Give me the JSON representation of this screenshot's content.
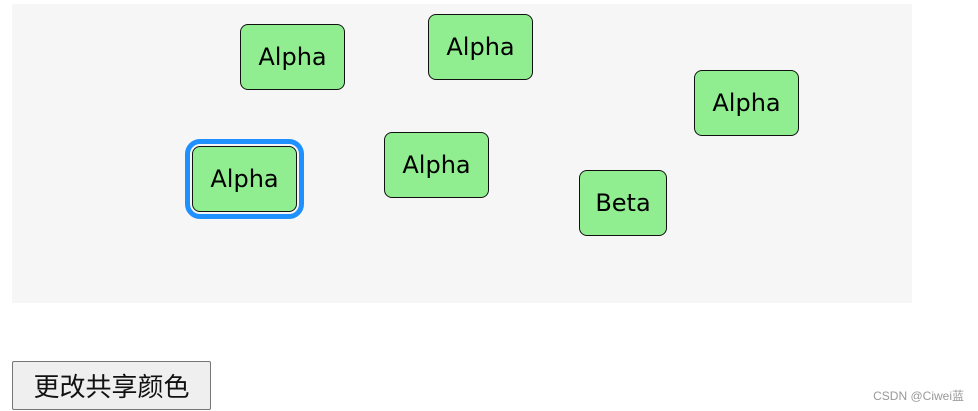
{
  "canvas": {
    "nodes": [
      {
        "label": "Alpha",
        "selected": false
      },
      {
        "label": "Alpha",
        "selected": false
      },
      {
        "label": "Alpha",
        "selected": false
      },
      {
        "label": "Alpha",
        "selected": true
      },
      {
        "label": "Alpha",
        "selected": false
      },
      {
        "label": "Beta",
        "selected": false
      }
    ]
  },
  "actions": {
    "change_color_label": "更改共享颜色"
  },
  "watermark": {
    "text": "CSDN @Ciwei蓝"
  },
  "colors": {
    "node_fill": "#90ee90",
    "selection": "#1e90ff",
    "canvas_bg": "#f6f6f6"
  }
}
